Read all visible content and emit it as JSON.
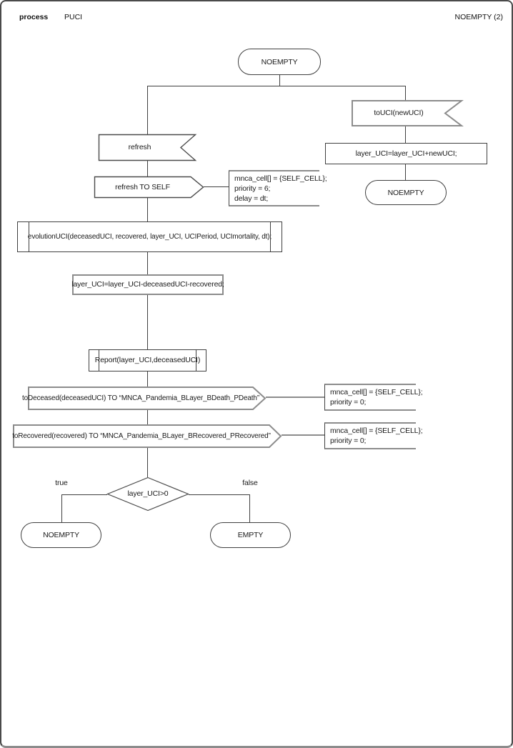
{
  "header": {
    "process_label": "process",
    "process_name": "PUCI",
    "page_label": "NOEMPTY (2)"
  },
  "colors": {
    "line": "#3f3f3f",
    "gray_line": "#8c8c8c",
    "background": "#ffffff"
  },
  "nodes": {
    "start_state": {
      "label": "NOEMPTY"
    },
    "input_refresh": {
      "label": "refresh"
    },
    "output_refresh_self": {
      "label": "refresh TO SELF"
    },
    "comment_refresh": {
      "lines": [
        "mnca_cell[] = {SELF_CELL};",
        "priority = 6;",
        "delay = dt;"
      ]
    },
    "proc_evolution": {
      "label": "evolutionUCI(deceasedUCI, recovered, layer_UCI, UCIPeriod, UCImortality, dt);"
    },
    "task_update": {
      "label": "layer_UCI=layer_UCI-deceasedUCI-recovered;"
    },
    "proc_report": {
      "label": "Report(layer_UCI,deceasedUCI)"
    },
    "output_deceased": {
      "label": "toDeceased(deceasedUCI) TO “MNCA_Pandemia_BLayer_BDeath_PDeath”"
    },
    "comment_deceased": {
      "lines": [
        "mnca_cell[] = {SELF_CELL};",
        "priority = 0;"
      ]
    },
    "output_recovered": {
      "label": "toRecovered(recovered) TO “MNCA_Pandemia_BLayer_BRecovered_PRecovered”"
    },
    "comment_recovered": {
      "lines": [
        "mnca_cell[] = {SELF_CELL};",
        "priority = 0;"
      ]
    },
    "decision": {
      "label": "layer_UCI>0"
    },
    "branch_true": {
      "label": "true"
    },
    "branch_false": {
      "label": "false"
    },
    "state_true": {
      "label": "NOEMPTY"
    },
    "state_false": {
      "label": "EMPTY"
    },
    "input_touci": {
      "label": "toUCI(newUCI)"
    },
    "task_add": {
      "label": "layer_UCI=layer_UCI+newUCI;"
    },
    "state_right": {
      "label": "NOEMPTY"
    }
  }
}
